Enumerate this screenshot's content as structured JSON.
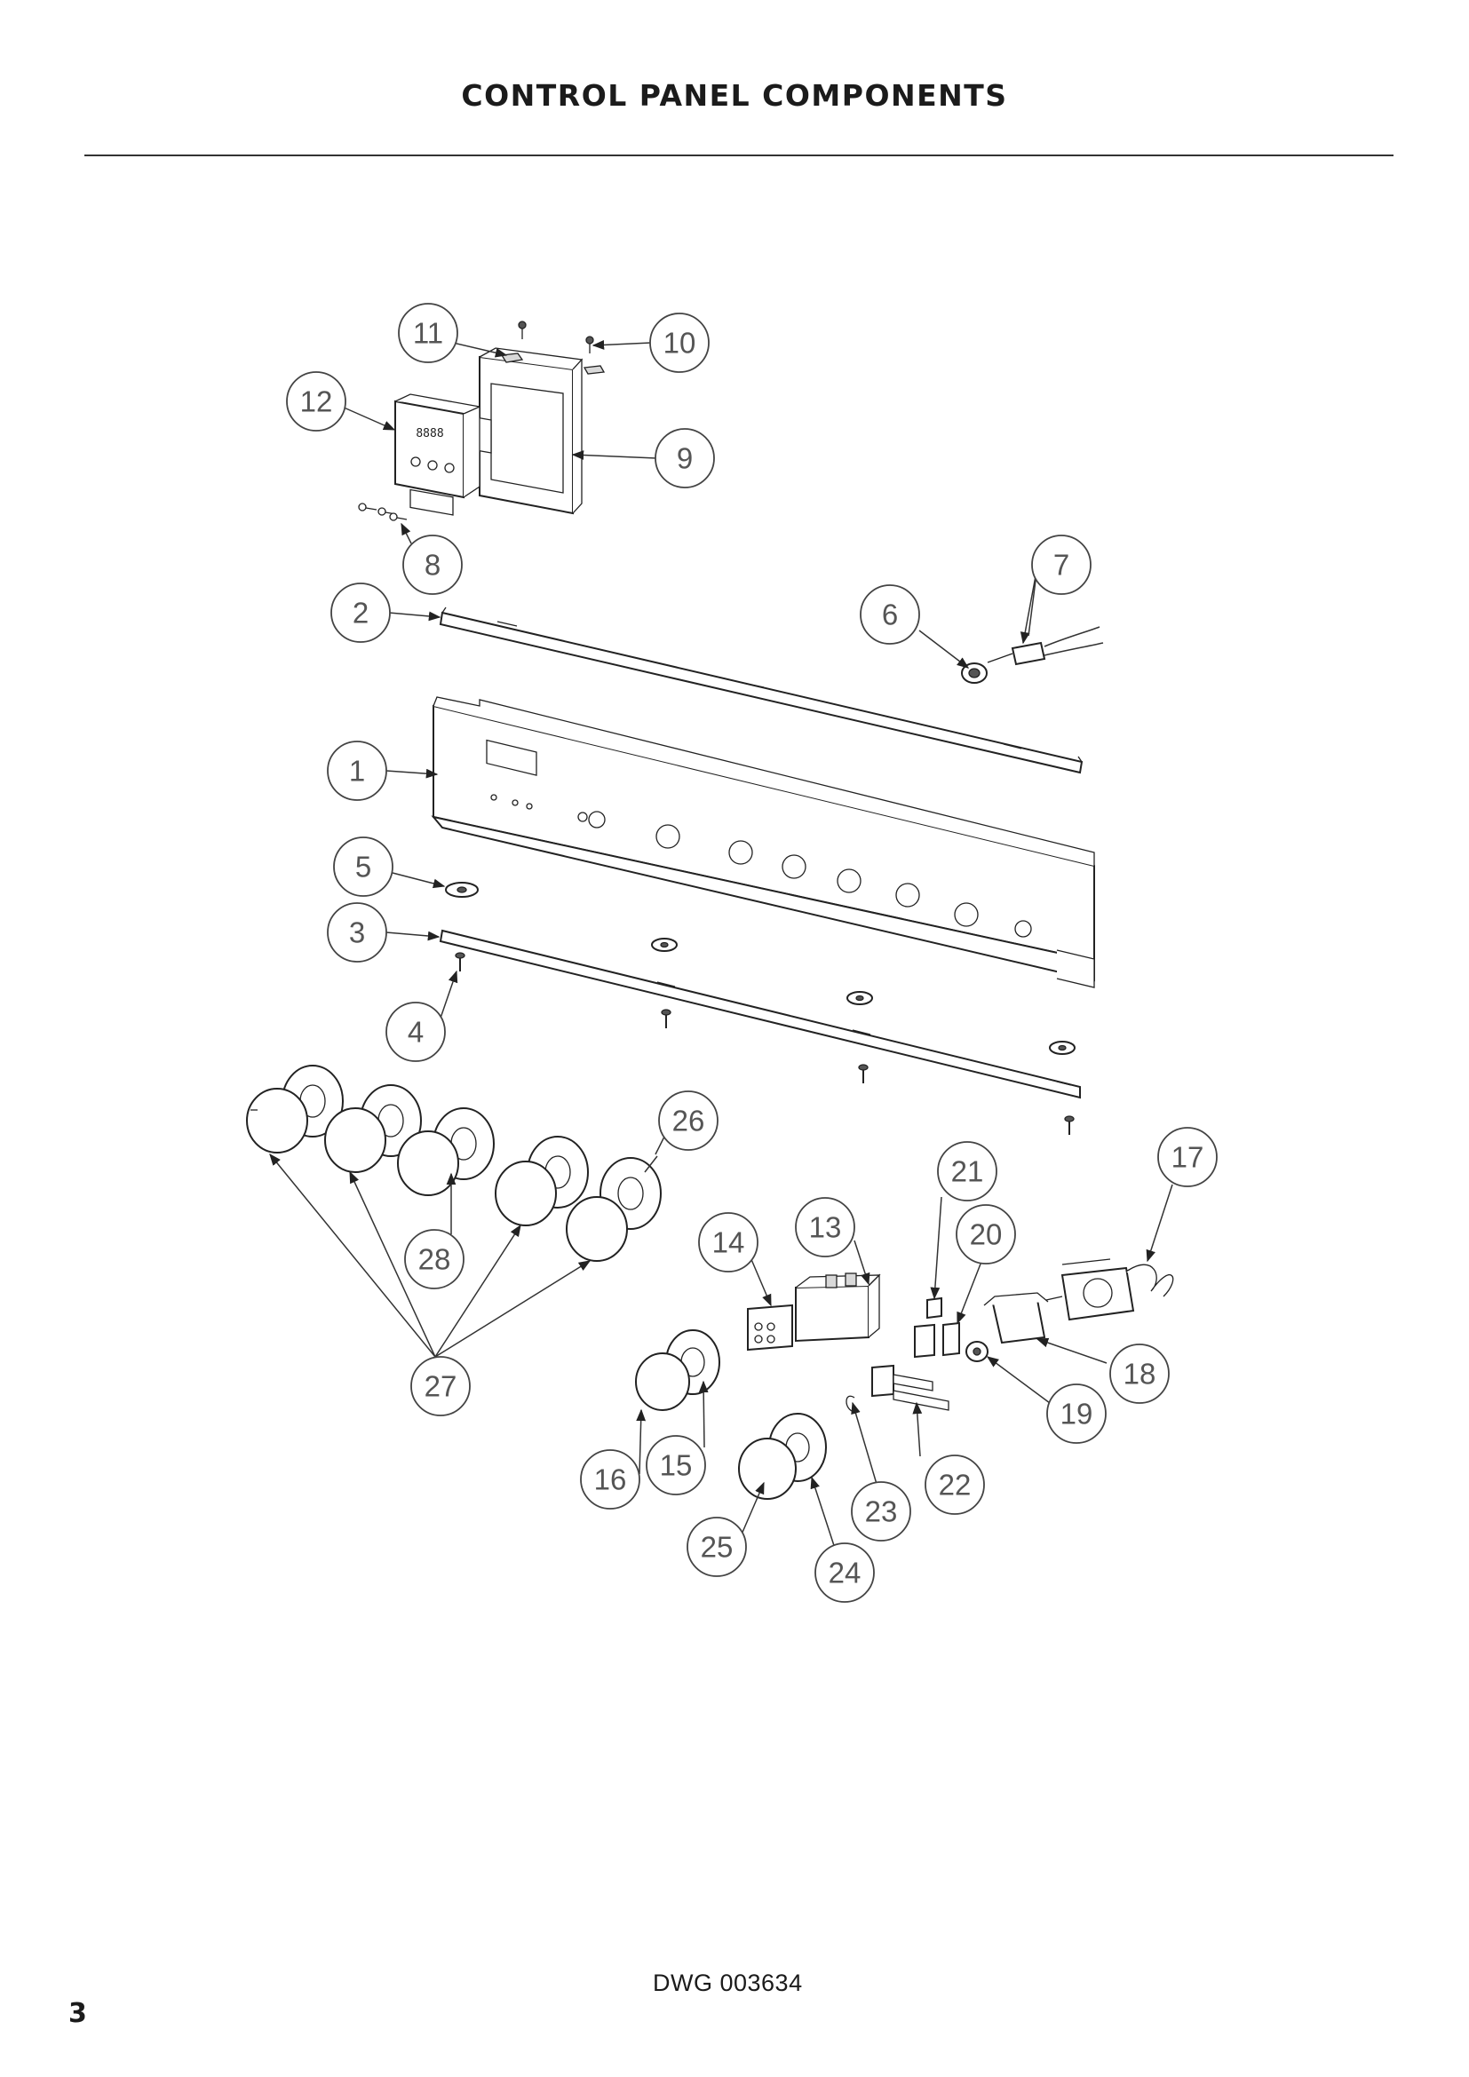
{
  "page": {
    "title": "CONTROL PANEL COMPONENTS",
    "drawing_number": "DWG 003634",
    "page_number": "3"
  },
  "display": {
    "readout": "8888"
  },
  "callouts": [
    "1",
    "2",
    "3",
    "4",
    "5",
    "6",
    "7",
    "8",
    "9",
    "10",
    "11",
    "12",
    "13",
    "14",
    "15",
    "16",
    "17",
    "18",
    "19",
    "20",
    "21",
    "22",
    "23",
    "24",
    "25",
    "26",
    "27",
    "28"
  ]
}
